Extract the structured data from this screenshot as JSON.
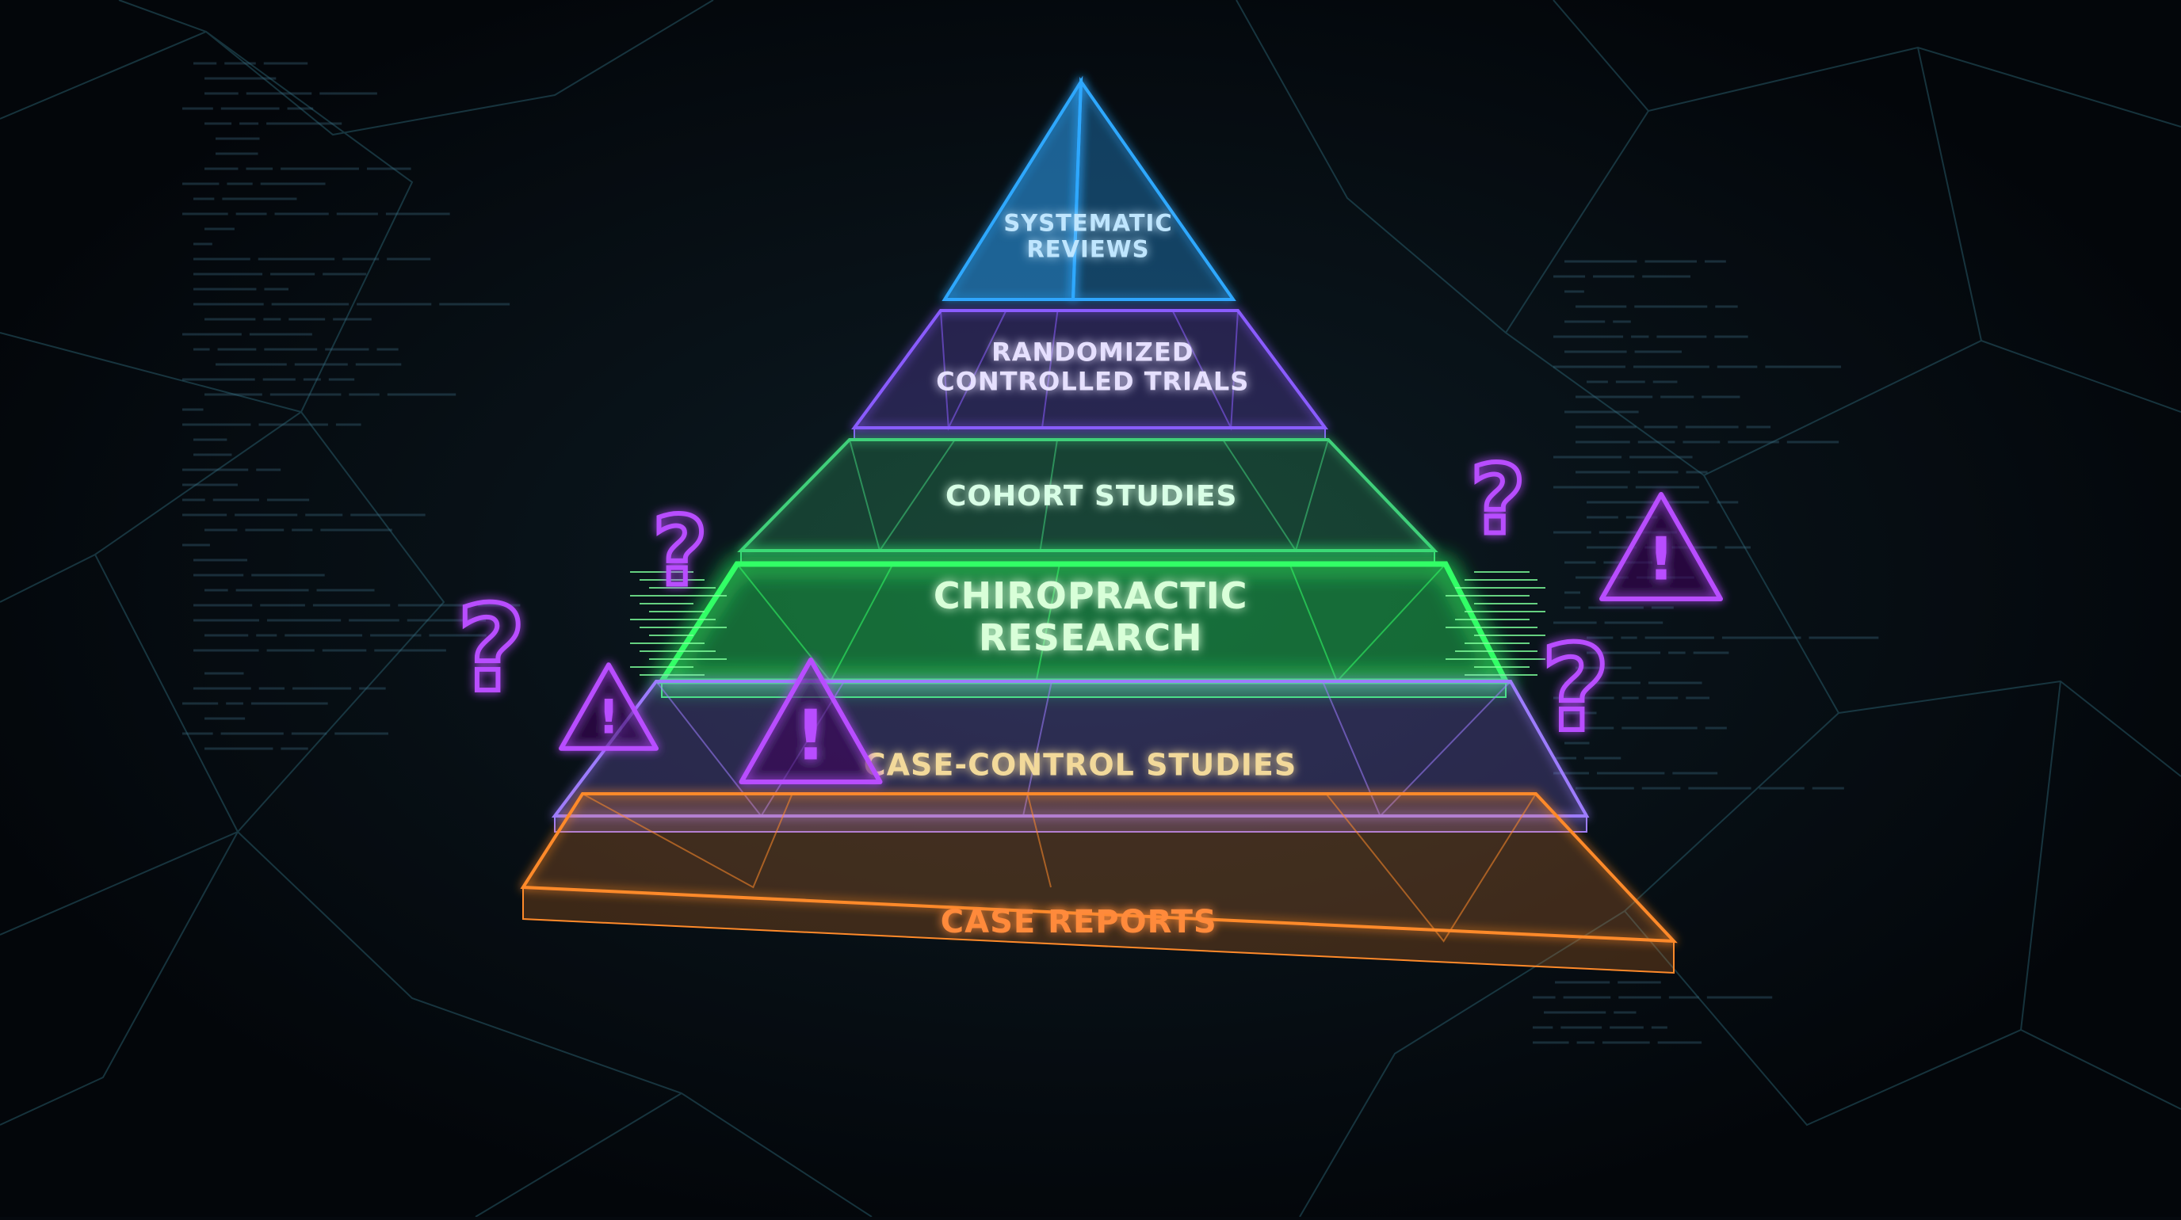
{
  "pyramid": {
    "tiers": [
      {
        "key": "systematic-reviews",
        "lines": [
          "SYSTEMATIC",
          "REVIEWS"
        ],
        "color": "#2fa8ff",
        "text_color": "#bfe6ff",
        "highlight": false
      },
      {
        "key": "randomized-controlled-trials",
        "lines": [
          "RANDOMIZED",
          "CONTROLLED TRIALS"
        ],
        "color": "#8a5cff",
        "text_color": "#e6e0ff",
        "highlight": false
      },
      {
        "key": "cohort-studies",
        "lines": [
          "COHORT STUDIES"
        ],
        "color": "#3fd07a",
        "text_color": "#d8ffe6",
        "highlight": false
      },
      {
        "key": "chiropractic-research",
        "lines": [
          "CHIROPRACTIC",
          "RESEARCH"
        ],
        "color": "#33ff66",
        "text_color": "#d8ffd8",
        "highlight": true
      },
      {
        "key": "case-control-studies",
        "lines": [
          "CASE-CONTROL STUDIES"
        ],
        "color": "#9d7cff",
        "text_color": "#f2d99a",
        "highlight": false
      },
      {
        "key": "case-reports",
        "lines": [
          "CASE REPORTS"
        ],
        "color": "#ff8a2a",
        "text_color": "#ff8a3a",
        "highlight": false
      }
    ]
  },
  "symbols": {
    "question_mark": "?",
    "warning_mark": "!",
    "color": "#b84dff"
  }
}
